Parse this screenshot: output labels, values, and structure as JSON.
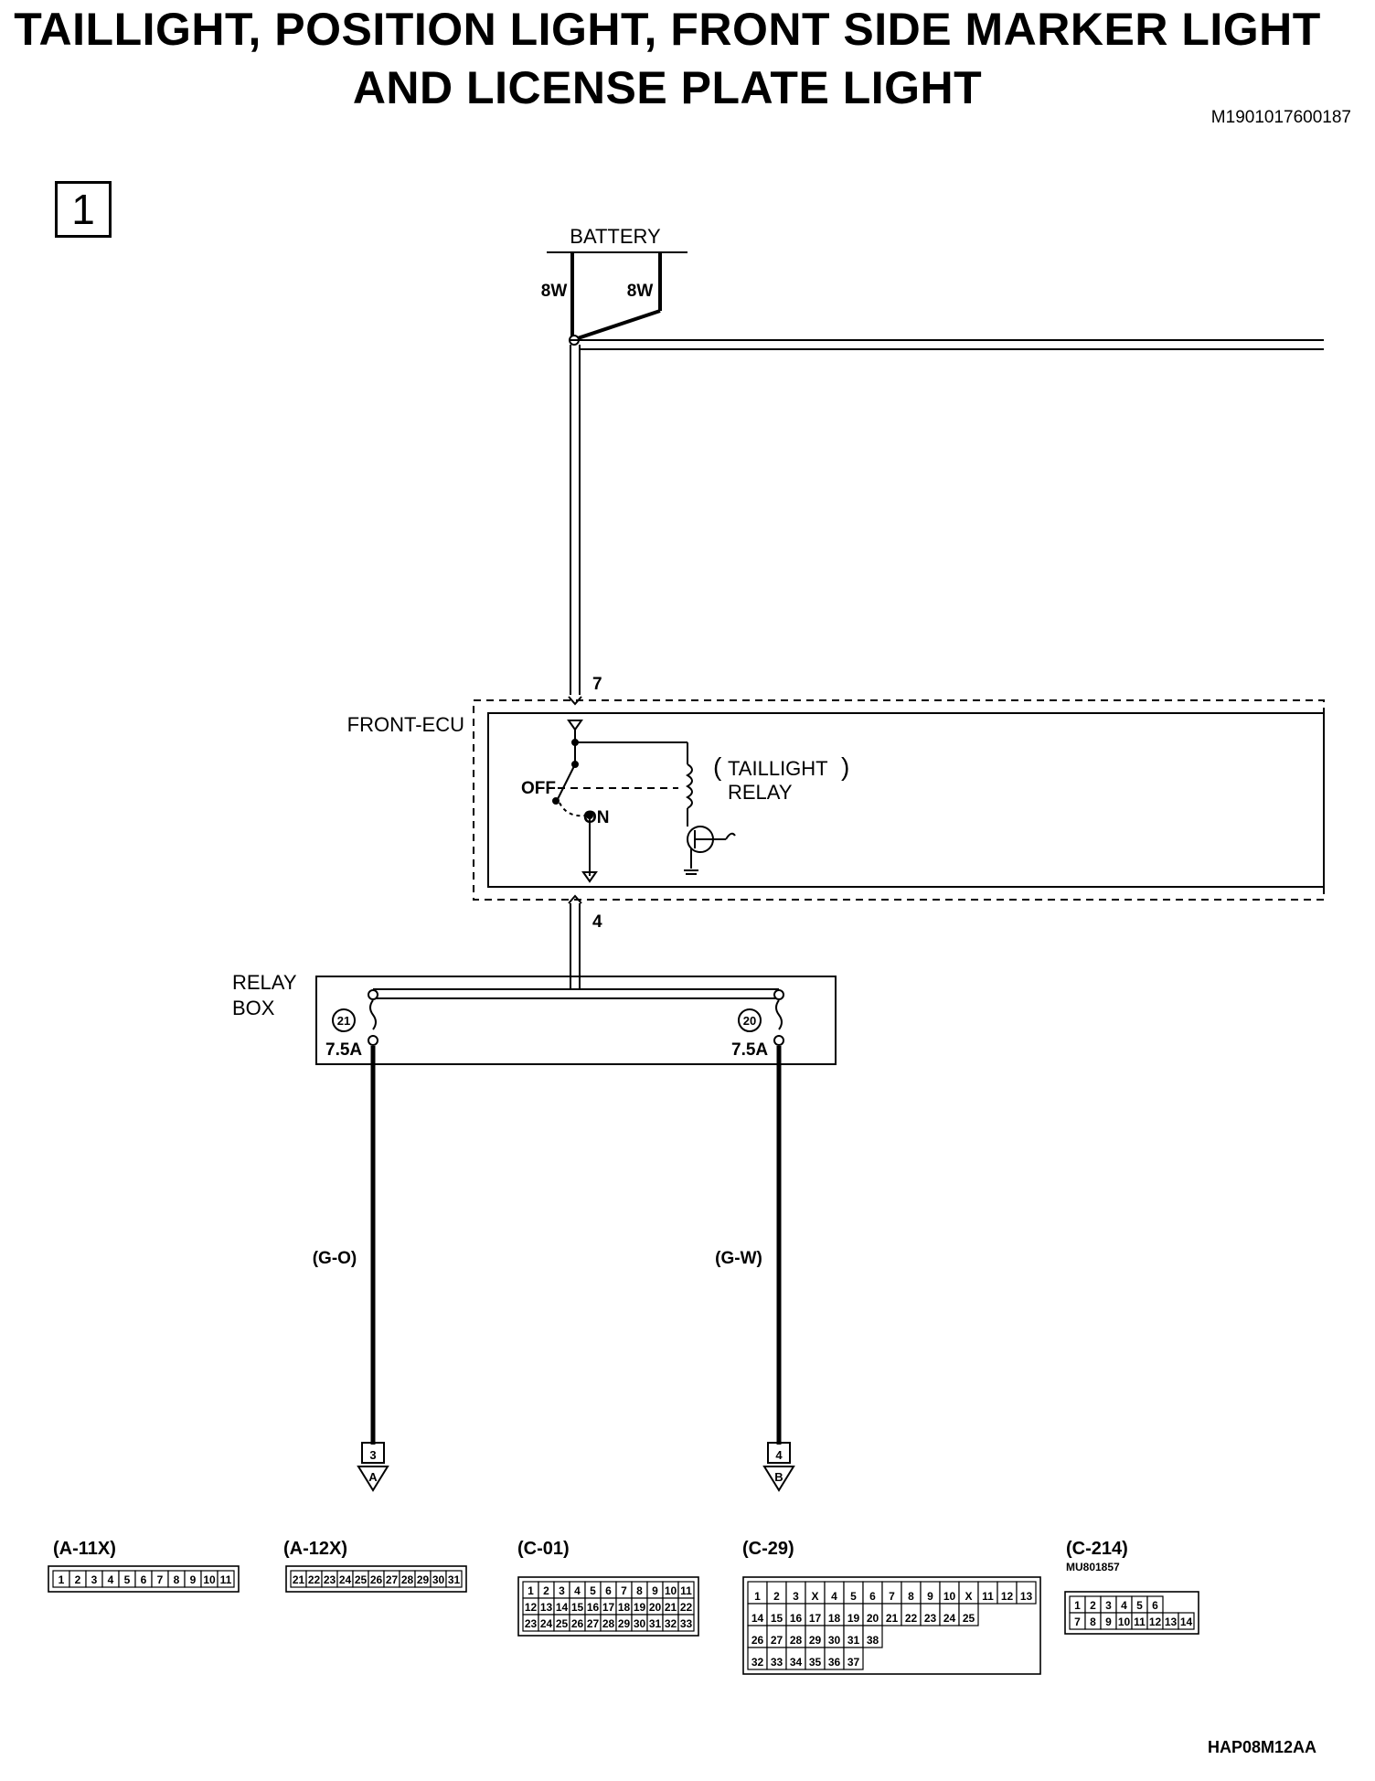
{
  "title": {
    "line1": "TAILLIGHT, POSITION LIGHT, FRONT SIDE MARKER LIGHT",
    "line2": "AND LICENSE PLATE LIGHT"
  },
  "doc_id": "M1901017600187",
  "sheet_number": "1",
  "diagram_code": "HAP08M12AA",
  "battery": {
    "label": "BATTERY",
    "wire_left": "8W",
    "wire_right": "8W"
  },
  "front_ecu": {
    "label": "FRONT-ECU",
    "pin_in": "7",
    "pin_out": "4",
    "switch_off": "OFF",
    "switch_on": "ON",
    "relay_line1": "TAILLIGHT",
    "relay_line2": "RELAY"
  },
  "relay_box": {
    "label_line1": "RELAY",
    "label_line2": "BOX",
    "fuses": [
      {
        "number": "21",
        "rating": "7.5A",
        "wire": "(G-O)",
        "connector": "3",
        "terminal": "A"
      },
      {
        "number": "20",
        "rating": "7.5A",
        "wire": "(G-W)",
        "connector": "4",
        "terminal": "B"
      }
    ]
  },
  "connectors": [
    {
      "name": "(A-11X)",
      "part": "",
      "rows": [
        [
          "1",
          "2",
          "3",
          "4",
          "5",
          "6",
          "7",
          "8",
          "9",
          "10",
          "11"
        ]
      ]
    },
    {
      "name": "(A-12X)",
      "part": "",
      "rows": [
        [
          "21",
          "22",
          "23",
          "24",
          "25",
          "26",
          "27",
          "28",
          "29",
          "30",
          "31"
        ]
      ]
    },
    {
      "name": "(C-01)",
      "part": "",
      "rows": [
        [
          "1",
          "2",
          "3",
          "4",
          "5",
          "6",
          "7",
          "8",
          "9",
          "10",
          "11"
        ],
        [
          "12",
          "13",
          "14",
          "15",
          "16",
          "17",
          "18",
          "19",
          "20",
          "21",
          "22"
        ],
        [
          "23",
          "24",
          "25",
          "26",
          "27",
          "28",
          "29",
          "30",
          "31",
          "32",
          "33"
        ]
      ]
    },
    {
      "name": "(C-29)",
      "part": "",
      "rows": [
        [
          "1",
          "2",
          "3",
          "X",
          "4",
          "5",
          "6",
          "7",
          "8",
          "9",
          "10",
          "X",
          "11",
          "12",
          "13"
        ],
        [
          "14",
          "15",
          "16",
          "17",
          "18",
          "19",
          "20",
          "21",
          "22",
          "23",
          "24",
          "25"
        ],
        [
          "26",
          "27",
          "28",
          "29",
          "30",
          "31",
          "38"
        ],
        [
          "32",
          "33",
          "34",
          "35",
          "36",
          "37"
        ]
      ]
    },
    {
      "name": "(C-214)",
      "part": "MU801857",
      "rows": [
        [
          "1",
          "2",
          "3",
          "4",
          "5",
          "6"
        ],
        [
          "7",
          "8",
          "9",
          "10",
          "11",
          "12",
          "13",
          "14"
        ]
      ]
    }
  ]
}
